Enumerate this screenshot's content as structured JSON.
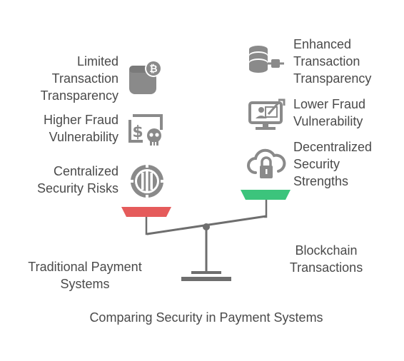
{
  "left": {
    "items": [
      {
        "lines": [
          "Limited",
          "Transaction",
          "Transparency"
        ],
        "icon": "wallet-bitcoin-icon"
      },
      {
        "lines": [
          "Higher Fraud",
          "Vulnerability"
        ],
        "icon": "money-fraud-skull-icon"
      },
      {
        "lines": [
          "Centralized",
          "Security Risks"
        ],
        "icon": "vault-icon"
      }
    ],
    "label_lines": [
      "Traditional Payment",
      "Systems"
    ],
    "pan_color": "#e55b5b"
  },
  "right": {
    "items": [
      {
        "lines": [
          "Enhanced",
          "Transaction",
          "Transparency"
        ],
        "icon": "database-network-icon"
      },
      {
        "lines": [
          "Lower Fraud",
          "Vulnerability"
        ],
        "icon": "computer-security-icon"
      },
      {
        "lines": [
          "Decentralized",
          "Security",
          "Strengths"
        ],
        "icon": "cloud-lock-icon"
      }
    ],
    "label_lines": [
      "Blockchain",
      "Transactions"
    ],
    "pan_color": "#3cc47c"
  },
  "caption": "Comparing Security in Payment Systems",
  "icon_color": "#8a8a8a",
  "scale_color": "#6e6e6e"
}
